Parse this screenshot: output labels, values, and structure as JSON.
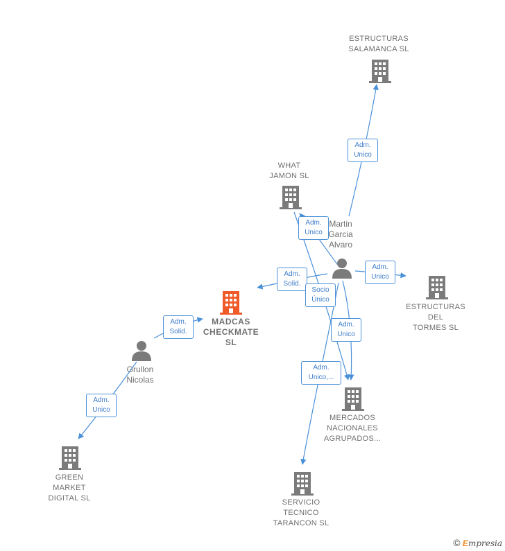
{
  "colors": {
    "edge": "#4a90d9",
    "company": "#7b7b7b",
    "main_company": "#f05a28",
    "person": "#7b7b7b"
  },
  "companies": {
    "estructuras_salamanca": "ESTRUCTURAS\nSALAMANCA SL",
    "what_jamon": "WHAT\nJAMON SL",
    "estructuras_tormes": "ESTRUCTURAS\nDEL\nTORMES SL",
    "madcas": "MADCAS\nCHECKMATE\nSL",
    "mercados": "MERCADOS\nNACIONALES\nAGRUPADOS...",
    "green_market": "GREEN\nMARKET\nDIGITAL SL",
    "servicio_tecnico": "SERVICIO\nTECNICO\nTARANCON SL"
  },
  "persons": {
    "martin": "Martin\nGarcia\nAlvaro",
    "grullon": "Grullon\nNicolas"
  },
  "edge_labels": {
    "martin_salamanca": "Adm.\nUnico",
    "martin_whatjamon": "Adm.\nUnico",
    "martin_madcas": "Adm.\nSolid.",
    "martin_socio": "Socio\nÚnico",
    "martin_tormes": "Adm.\nUnico",
    "martin_mercados": "Adm.\nUnico",
    "martin_servicio": "Adm.\nUnico,...",
    "grullon_madcas": "Adm.\nSolid.",
    "grullon_green": "Adm.\nUnico"
  },
  "footer": {
    "copyright": "©",
    "brand_initial": "E",
    "brand_rest": "mpresia"
  }
}
